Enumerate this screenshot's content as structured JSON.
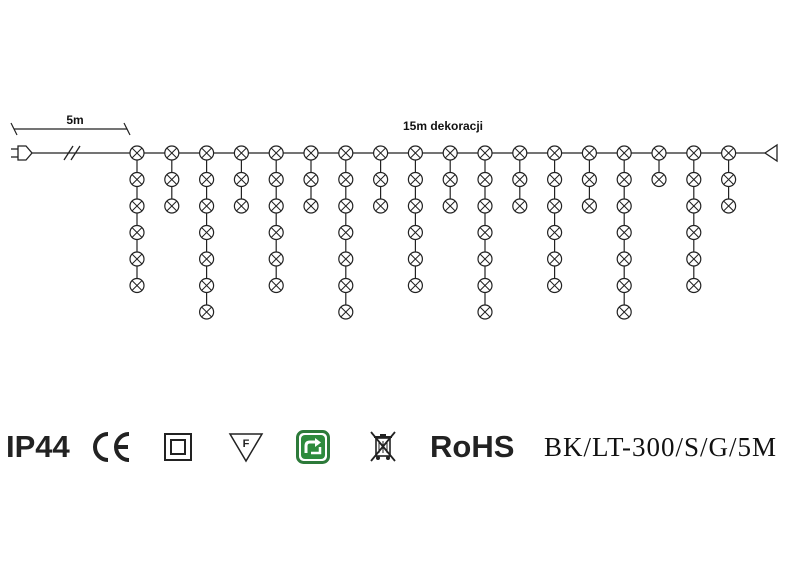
{
  "diagram": {
    "lead_label": "5m",
    "decoration_label": "15m dekoracji",
    "drops": [
      6,
      3,
      7,
      3,
      6,
      3,
      7,
      3,
      6,
      3,
      7,
      3,
      6,
      3,
      7,
      2,
      6,
      3
    ]
  },
  "certifications": {
    "ip_rating": "IP44",
    "ce": "CE",
    "double_insulation": "double-insulation-icon",
    "f_mark": "F",
    "recycle": "recycle-icon",
    "weee": "weee-bin-icon",
    "rohs": "RoHS"
  },
  "model_number": "BK/LT-300/S/G/5M"
}
